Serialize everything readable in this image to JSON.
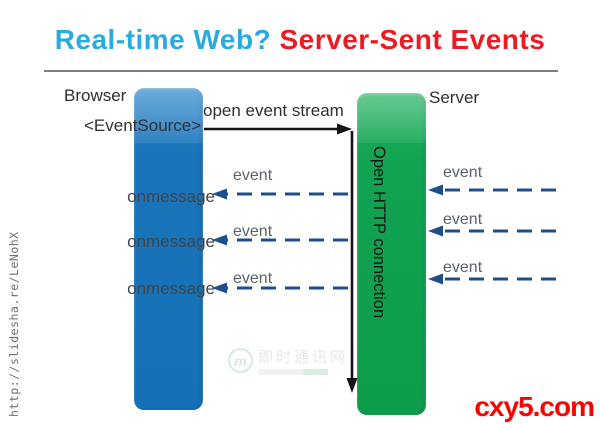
{
  "title": {
    "question": "Real-time Web? ",
    "answer": "Server-Sent Events"
  },
  "diagram": {
    "browser_label": "Browser",
    "server_label": "Server",
    "eventsource_label": "<EventSource>",
    "open_stream_label": "open event stream",
    "http_connection_label": "Open HTTP connection",
    "left_rows": [
      {
        "event": "event",
        "handler": "onmessage"
      },
      {
        "event": "event",
        "handler": "onmessage"
      },
      {
        "event": "event",
        "handler": "onmessage"
      }
    ],
    "right_rows": [
      {
        "event": "event"
      },
      {
        "event": "event"
      },
      {
        "event": "event"
      }
    ]
  },
  "watermark": {
    "logo_letter": "m",
    "text": "即时通讯网"
  },
  "source_url": "http://slidesha.re/LeNohX",
  "footer_brand": "cxy5.com",
  "colors": {
    "title_question": "#29ABE2",
    "title_answer": "#EC1B23",
    "browser_bar": "#1B74BA",
    "server_bar": "#12A452",
    "dashed_arrow": "#1F4E8C",
    "solid_arrow": "#151515",
    "footer_brand": "#FE0000"
  }
}
